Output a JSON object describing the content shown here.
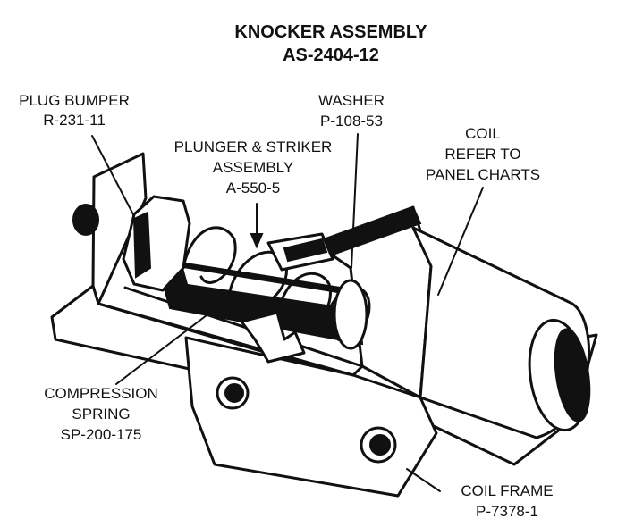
{
  "title": {
    "line1": "KNOCKER ASSEMBLY",
    "line2": "AS-2404-12"
  },
  "labels": {
    "plug_bumper": {
      "name": "PLUG BUMPER",
      "part": "R-231-11"
    },
    "plunger": {
      "line1": "PLUNGER & STRIKER",
      "line2": "ASSEMBLY",
      "part": "A-550-5"
    },
    "washer": {
      "name": "WASHER",
      "part": "P-108-53"
    },
    "coil": {
      "line1": "COIL",
      "line2": "REFER TO",
      "line3": "PANEL CHARTS"
    },
    "spring": {
      "line1": "COMPRESSION",
      "line2": "SPRING",
      "part": "SP-200-175"
    },
    "coil_frame": {
      "name": "COIL FRAME",
      "part": "P-7378-1"
    }
  }
}
